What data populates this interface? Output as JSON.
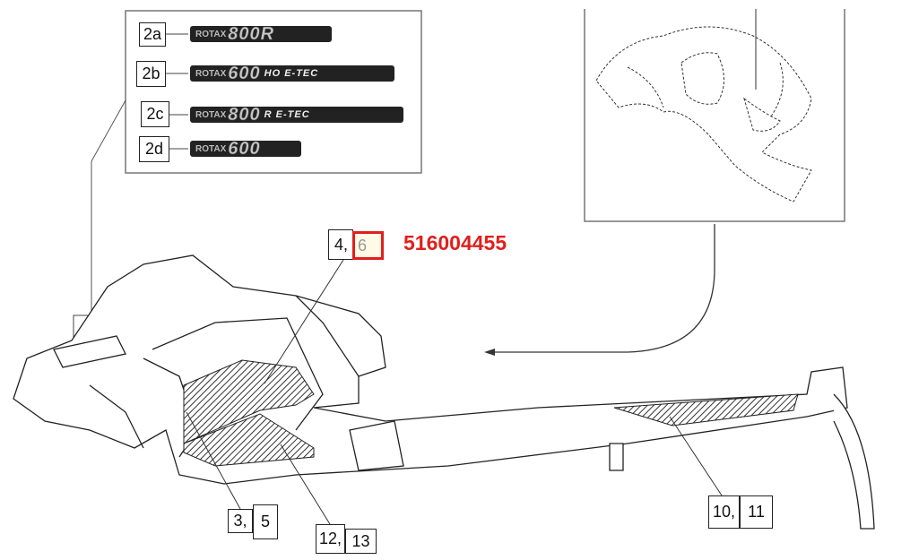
{
  "legend": {
    "items": [
      {
        "label": "2a",
        "rotax": "ROTAX",
        "number": "800",
        "suffix": "R"
      },
      {
        "label": "2b",
        "rotax": "ROTAX",
        "number": "600",
        "suffix": "HO E-TEC"
      },
      {
        "label": "2c",
        "rotax": "ROTAX",
        "number": "800",
        "suffix": "R E-TEC"
      },
      {
        "label": "2d",
        "rotax": "ROTAX",
        "number": "600",
        "suffix": ""
      }
    ]
  },
  "callouts": {
    "c4": "4,",
    "c6": "6",
    "c3": "3,",
    "c5": "5",
    "c12": "12,",
    "c13": "13",
    "c10": "10,",
    "c11": "11"
  },
  "part_number": "516004455",
  "colors": {
    "highlight": "#e0201c",
    "line": "#222222"
  }
}
